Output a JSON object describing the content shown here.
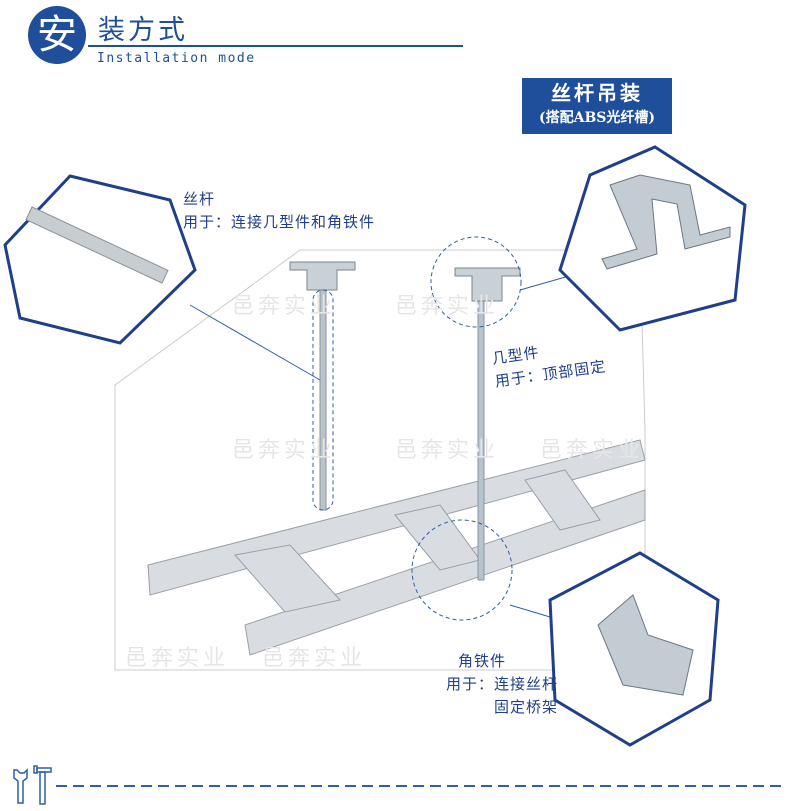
{
  "header": {
    "logo_char": "安",
    "title": "装方式",
    "subtitle": "Installation mode"
  },
  "badge": {
    "line1": "丝杆吊装",
    "line2": "(搭配ABS光纤槽)"
  },
  "parts": {
    "rod": {
      "name": "丝杆",
      "usage": "用于：连接几型件和角铁件"
    },
    "bracket": {
      "name": "几型件",
      "usage": "用于：顶部固定"
    },
    "angle": {
      "name": "角铁件",
      "usage": "用于：连接丝杆",
      "usage2": "固定桥架"
    }
  },
  "watermark": "邑奔实业",
  "colors": {
    "brand": "#1f4e9a"
  }
}
